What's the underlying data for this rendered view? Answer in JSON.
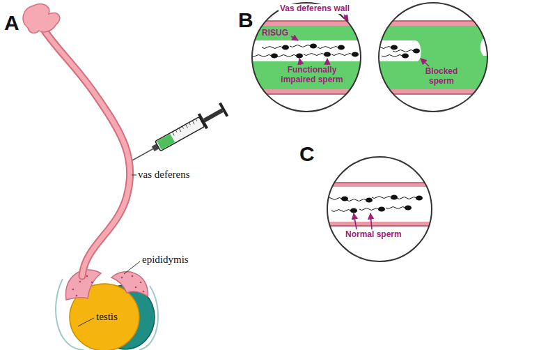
{
  "diagram": {
    "labels": [
      "A",
      "vas deferens",
      "epididymis",
      "testis",
      "B",
      "Vas deferens wall",
      "RISUG",
      "Functionally impaired sperm",
      "Blocked sperm",
      "C",
      "Normal sperm"
    ]
  }
}
